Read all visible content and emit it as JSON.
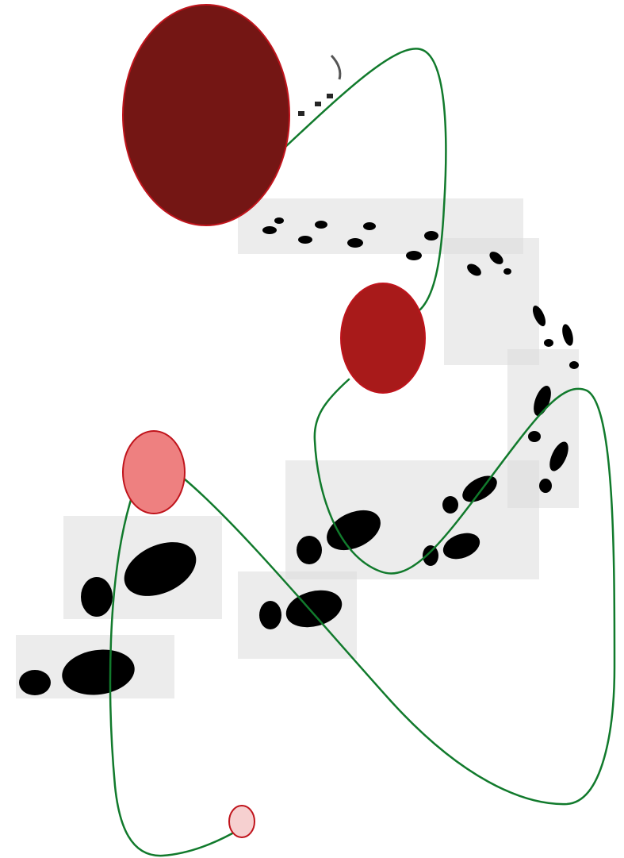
{
  "colors": {
    "background": "#ffffff",
    "path": "#117a2c",
    "node_stroke": "#c0141c",
    "footprints": "#000000",
    "node_fills": [
      "#741614",
      "#a81a1a",
      "#ee8080",
      "#f6d0d0"
    ]
  },
  "diagram": {
    "nodes": [
      {
        "id": "node-1",
        "fill": "#741614",
        "size": "largest"
      },
      {
        "id": "node-2",
        "fill": "#a81a1a",
        "size": "large"
      },
      {
        "id": "node-3",
        "fill": "#ee8080",
        "size": "medium"
      },
      {
        "id": "node-4",
        "fill": "#f6d0d0",
        "size": "small"
      }
    ],
    "connections": [
      {
        "from": "node-1",
        "to": "node-2"
      },
      {
        "from": "node-2",
        "to": "node-3"
      },
      {
        "from": "node-3",
        "to": "node-4"
      }
    ],
    "background_motif": "footprints-trail"
  }
}
